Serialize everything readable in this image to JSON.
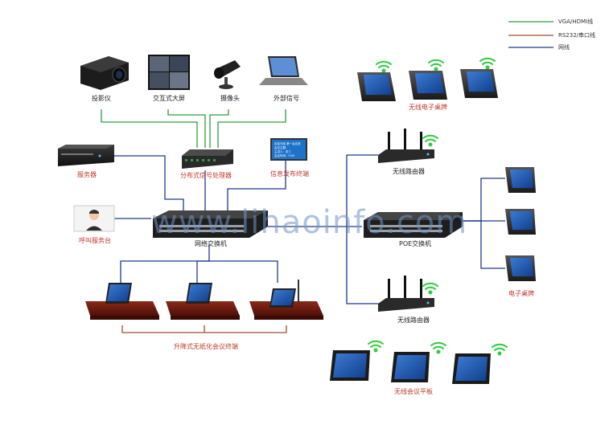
{
  "legend": [
    {
      "label": "VGA/HDMI线",
      "color": "#2e9e3e"
    },
    {
      "label": "RS232/串口线",
      "color": "#a0522d"
    },
    {
      "label": "网线",
      "color": "#1f3a8a"
    }
  ],
  "colors": {
    "green": "#2e9e3e",
    "brown": "#a0522d",
    "blue": "#1f3a8a",
    "accent_red": "#c0392b"
  },
  "devices": {
    "projector": "投影仪",
    "interactive_screen": "交互式大屏",
    "camera": "摄像头",
    "external_signal": "外部信号",
    "server": "服务器",
    "signal_processor": "分布式信号处理器",
    "info_terminal": "信息发布终端",
    "call_desk": "呼叫服务台",
    "network_switch": "网络交换机",
    "wireless_router_top": "无线路由器",
    "poe_switch": "POE交换机",
    "wireless_router_bottom": "无线路由器",
    "wireless_nameplate": "无线电子桌牌",
    "e_nameplate": "电子桌牌",
    "paperless_terminal": "升降式无纸化会议终端",
    "wireless_tablet": "无线会议平板"
  },
  "info_screen_text": [
    "欢迎光临  第一会议室",
    "会议主题：",
    "主讲人：张三",
    "会议时间：9:00"
  ],
  "watermark": "www.lihaoinfo.com"
}
